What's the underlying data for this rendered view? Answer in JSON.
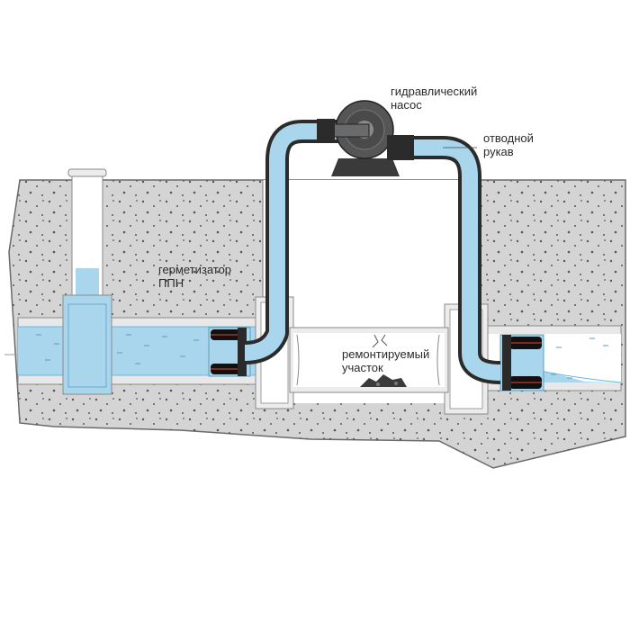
{
  "labels": {
    "pump": [
      "гидравлический",
      "насос"
    ],
    "hose": [
      "отводной",
      "рукав"
    ],
    "sealer": [
      "герметизатор",
      "ППН"
    ],
    "repair": [
      "ремонтируемый",
      "участок"
    ]
  },
  "colors": {
    "soil": "#d4d4d4",
    "soil_outline": "#6a6a6a",
    "water": "#a9d6ec",
    "water_edge": "#6cb7da",
    "pipe_wall": "#e8e8e8",
    "pipe_outline": "#8a8a8a",
    "hose": "#2b2b2b",
    "pump": "#454545",
    "sealer_rubber": "#111111",
    "sealer_band": "#c0392b"
  },
  "icons": [
    "hydraulic-pump-icon",
    "sealer-plug-icon",
    "debris-icon"
  ]
}
